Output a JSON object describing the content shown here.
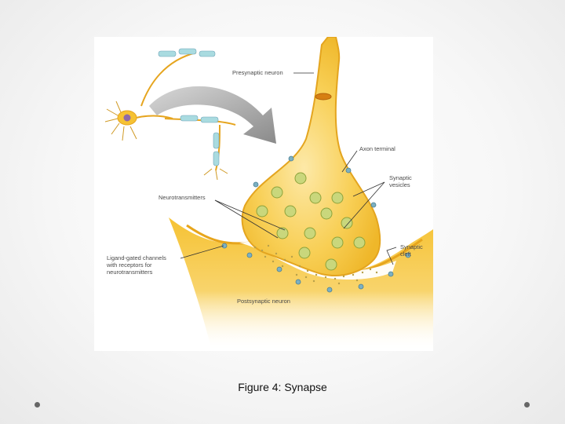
{
  "figure": {
    "labels": {
      "presynaptic_neuron": "Presynaptic neuron",
      "axon_terminal": "Axon terminal",
      "synaptic_vesicles_line1": "Synaptic",
      "synaptic_vesicles_line2": "vesicles",
      "neurotransmitters": "Neurotransmitters",
      "synaptic_cleft_line1": "Synaptic",
      "synaptic_cleft_line2": "cleft",
      "ligand_line1": "Ligand-gated channels",
      "ligand_line2": "with receptors for",
      "ligand_line3": "neurotransmitters",
      "postsynaptic_neuron": "Postsynaptic neuron"
    },
    "colors": {
      "neuron_yellow": "#f6c233",
      "neuron_light": "#fbe39a",
      "myelin_teal": "#a9dbe0",
      "receptor_blue": "#6fa3b8",
      "vesicle_green": "#b9c763",
      "arrow_gray": "#9a9a9a"
    }
  },
  "caption": "Figure 4: Synapse"
}
